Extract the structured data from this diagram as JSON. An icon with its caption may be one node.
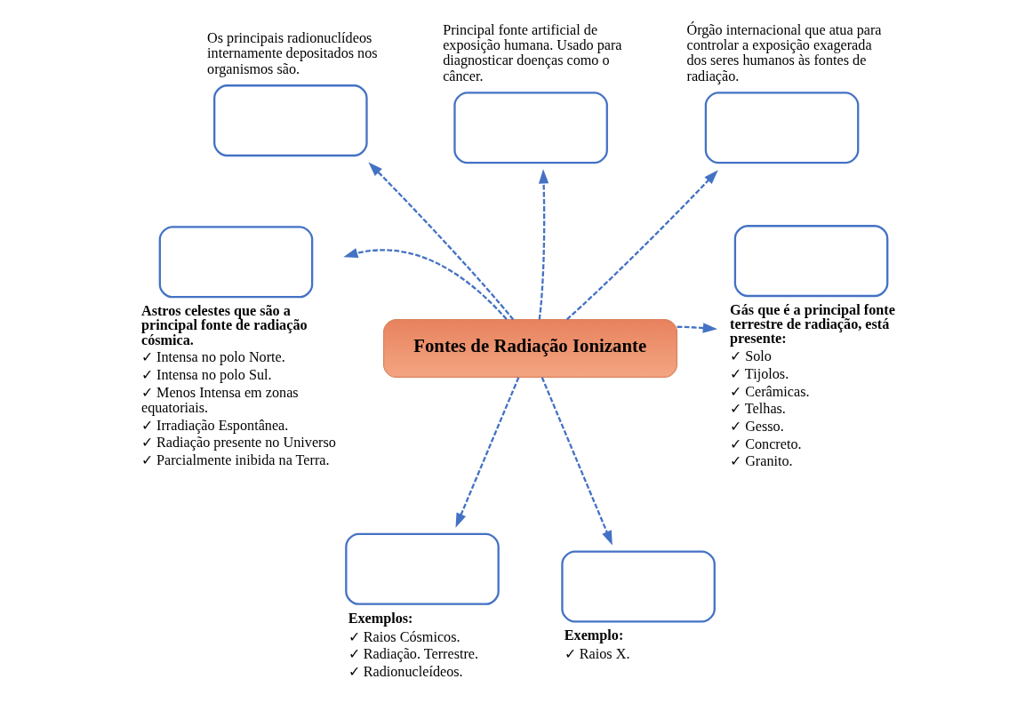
{
  "diagram": {
    "nodes": [
      {
        "text": [],
        "shape": "box",
        "beside": [
          "Os principais radionuclídeos internamente depositados nos organismos são."
        ]
      },
      {
        "text": [],
        "shape": "box",
        "beside": [
          "Principal fonte artificial de exposição humana. Usado para diagnosticar doenças como o câncer."
        ]
      },
      {
        "text": [],
        "shape": "box",
        "beside": [
          "Órgão internacional que atua para controlar a exposição exagerada dos seres humanos às fontes de radiação."
        ]
      },
      {
        "text": [],
        "shape": "box",
        "beside": [
          "Astros celestes que são a principal fonte de radiação cósmica.",
          "✓ Intensa no polo Norte.",
          "✓ Intensa no polo Sul.",
          "✓ Menos Intensa em zonas equatoriais.",
          "✓ Irradiação Espontânea.",
          "✓ Radiação presente no Universo",
          "✓ Parcialmente inibida na Terra."
        ]
      },
      {
        "text": [
          "Fontes de Radiação Ionizante"
        ]
      },
      {
        "text": [],
        "shape": "box",
        "beside": [
          "Gás que é a principal fonte terrestre de radiação, está presente:",
          "✓ Solo",
          "✓ Tijolos.",
          "✓ Cerâmicas.",
          "✓ Telhas.",
          "✓ Gesso.",
          "✓ Concreto.",
          "✓ Granito."
        ]
      },
      {
        "text": [],
        "shape": "box",
        "beside": [
          "Exemplos:",
          "✓ Raios Cósmicos.",
          "✓ Radiação. Terrestre.",
          "✓ Radionucleídeos."
        ]
      },
      {
        "text": [],
        "shape": "box",
        "beside": [
          "Exemplo:",
          "✓ Raios X."
        ]
      }
    ],
    "edges": [
      {
        "from": 4,
        "to": 0,
        "arrow": "to",
        "style": "dashed"
      },
      {
        "from": 4,
        "to": 1,
        "arrow": "to",
        "style": "dashed"
      },
      {
        "from": 4,
        "to": 2,
        "arrow": "to",
        "style": "dashed"
      },
      {
        "from": 4,
        "to": 3,
        "arrow": "to",
        "style": "dashed"
      },
      {
        "from": 4,
        "to": 5,
        "arrow": "to",
        "style": "dashed"
      },
      {
        "from": 4,
        "to": 6,
        "arrow": "to",
        "style": "dashed"
      },
      {
        "from": 4,
        "to": 7,
        "arrow": "to",
        "style": "dashed"
      }
    ]
  }
}
